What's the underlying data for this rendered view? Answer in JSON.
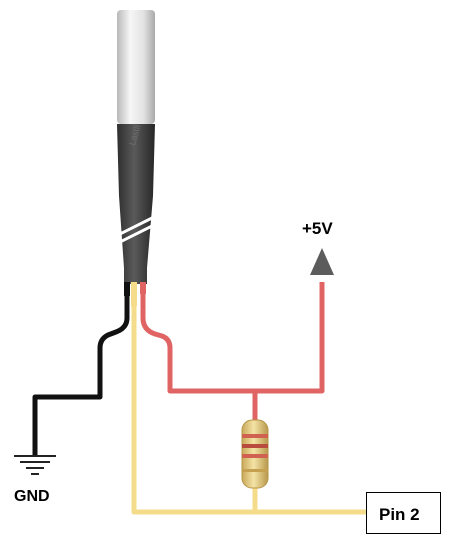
{
  "labels": {
    "supply": "+5V",
    "ground": "GND",
    "pin": "Pin 2"
  },
  "sensor_watermark": "Lastli",
  "colors": {
    "red_wire": "#e06464",
    "yellow_wire": "#f5dc8a",
    "black_wire": "#111111",
    "cable": "#3c3c3c",
    "probe_top": "#d8d8d8",
    "arrow": "#5c5c5c",
    "resistor_body": "#e9cf8a"
  }
}
